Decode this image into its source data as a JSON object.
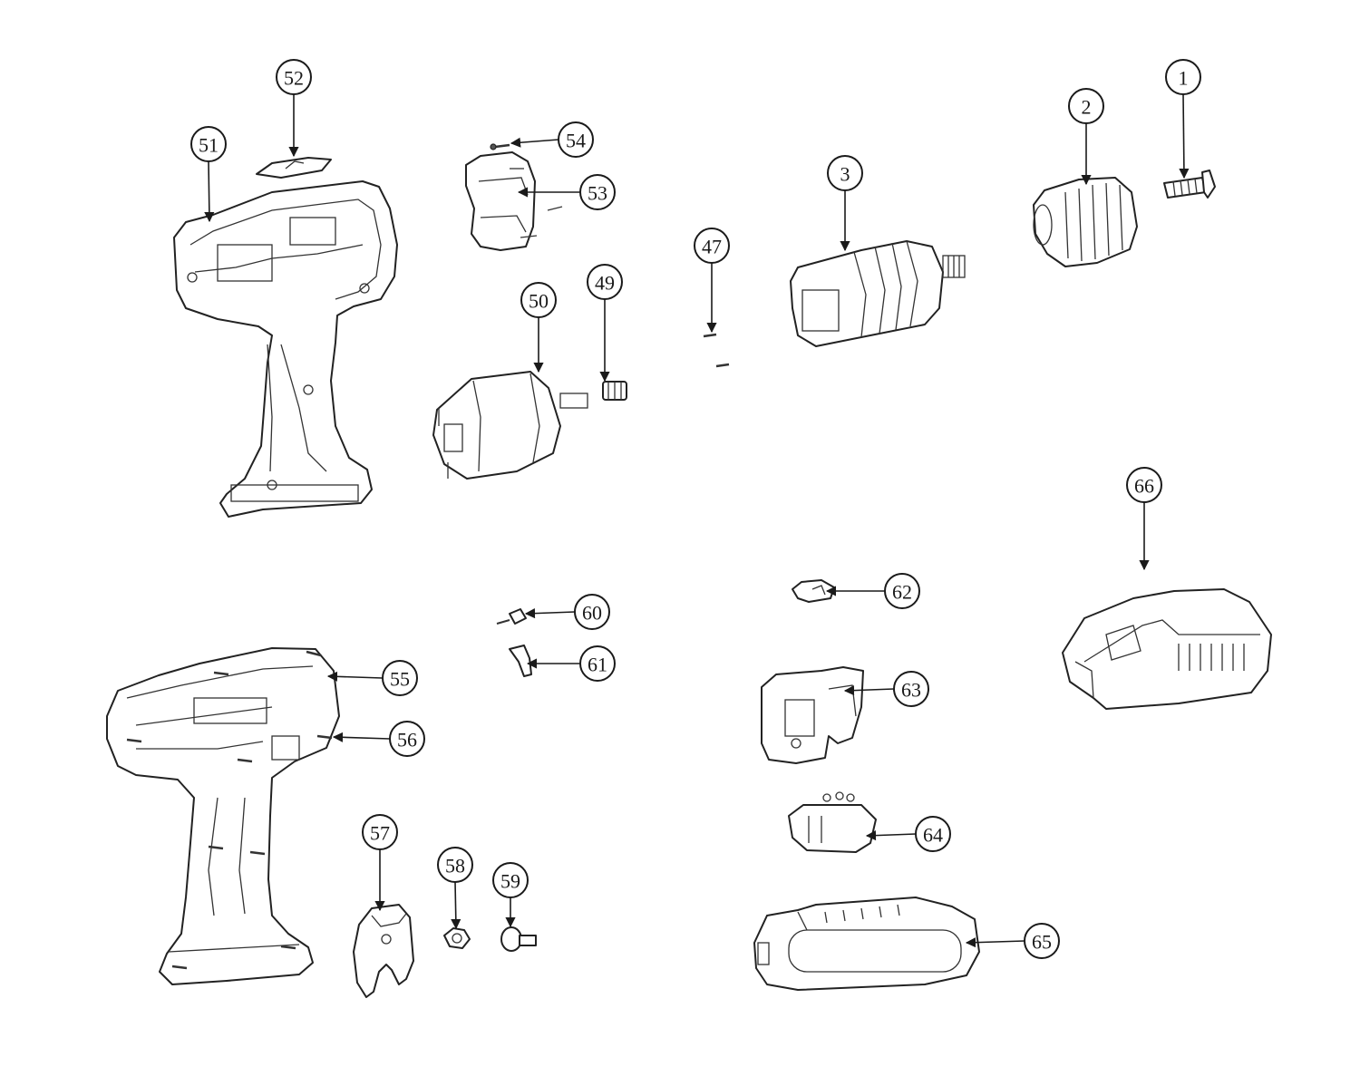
{
  "callouts": [
    {
      "id": "c1",
      "label": "1"
    },
    {
      "id": "c2",
      "label": "2"
    },
    {
      "id": "c3",
      "label": "3"
    },
    {
      "id": "c47",
      "label": "47"
    },
    {
      "id": "c49",
      "label": "49"
    },
    {
      "id": "c50",
      "label": "50"
    },
    {
      "id": "c51",
      "label": "51"
    },
    {
      "id": "c52",
      "label": "52"
    },
    {
      "id": "c53",
      "label": "53"
    },
    {
      "id": "c54",
      "label": "54"
    },
    {
      "id": "c55",
      "label": "55"
    },
    {
      "id": "c56",
      "label": "56"
    },
    {
      "id": "c57",
      "label": "57"
    },
    {
      "id": "c58",
      "label": "58"
    },
    {
      "id": "c59",
      "label": "59"
    },
    {
      "id": "c60",
      "label": "60"
    },
    {
      "id": "c61",
      "label": "61"
    },
    {
      "id": "c62",
      "label": "62"
    },
    {
      "id": "c63",
      "label": "63"
    },
    {
      "id": "c64",
      "label": "64"
    },
    {
      "id": "c65",
      "label": "65"
    },
    {
      "id": "c66",
      "label": "66"
    }
  ]
}
